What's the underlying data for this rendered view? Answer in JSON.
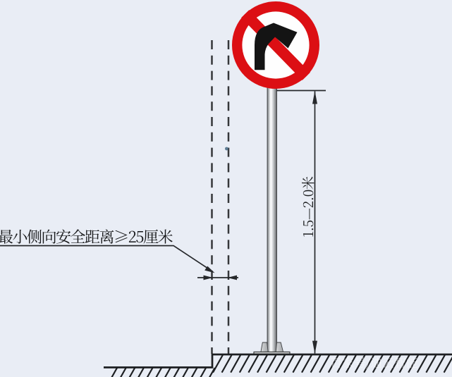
{
  "figure": {
    "type": "technical-diagram",
    "subject": "Roadside traffic sign installation clearance and height diagram",
    "background_color": "#e9edf5"
  },
  "sign": {
    "name": "no-right-turn-sign",
    "symbol": "right-turn-arrow-prohibited",
    "ring_color": "#dc0f14",
    "face_color": "#fefefe",
    "symbol_color": "#141414"
  },
  "annotations": {
    "clearance_label": "最小侧向安全距离≥25厘米",
    "clearance_value": "≥25厘米",
    "height_dimension": "1.5—2.0米",
    "watermark": "百家号/迪云智能"
  },
  "colors": {
    "line": "#26282b",
    "pole_light": "#f7f7f7",
    "pole_dark": "#5f6163",
    "ground_hatch": "#1d1f22"
  }
}
